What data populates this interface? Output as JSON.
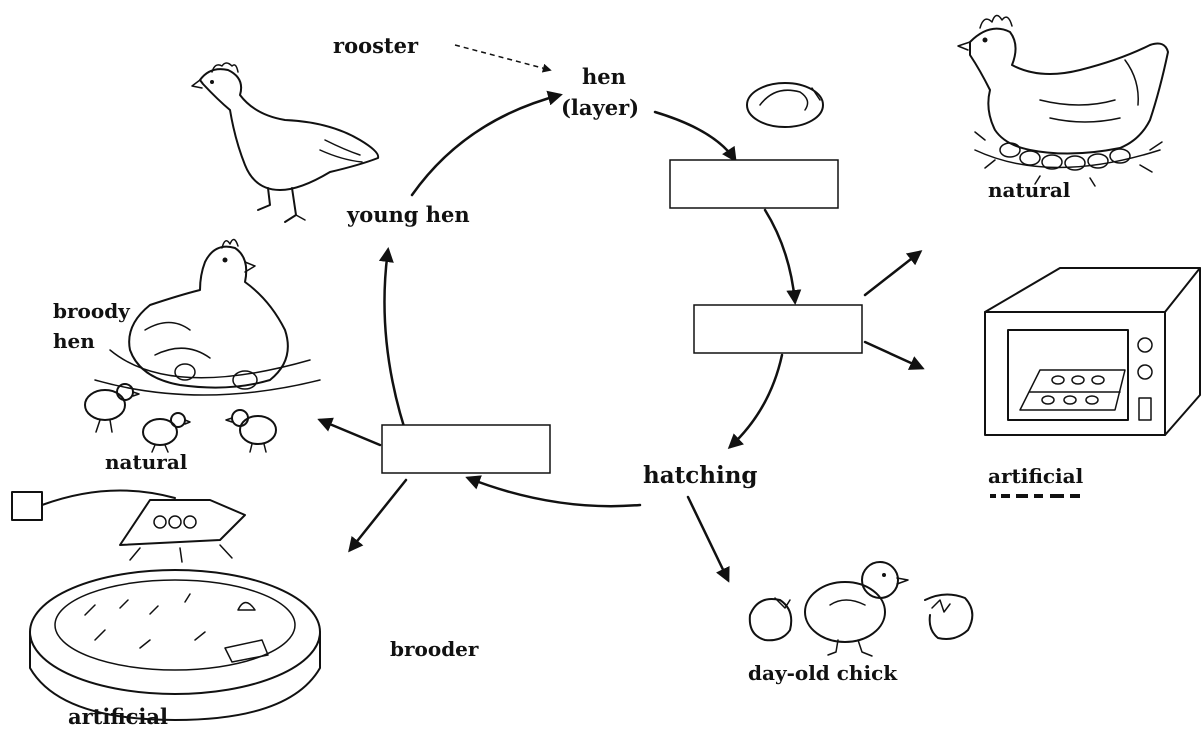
{
  "labels": {
    "rooster": "rooster",
    "hen_line1": "hen",
    "hen_line2": "(layer)",
    "young_hen": "young hen",
    "broody_line1": "broody",
    "broody_line2": "hen",
    "natural_brooding": "natural",
    "hatching": "hatching",
    "brooder": "brooder",
    "artificial_brooding": "artificial",
    "day_old_chick": "day-old chick",
    "natural_incubation": "natural",
    "artificial_incubation": "artificial"
  },
  "blank_boxes": [
    "",
    "",
    ""
  ]
}
